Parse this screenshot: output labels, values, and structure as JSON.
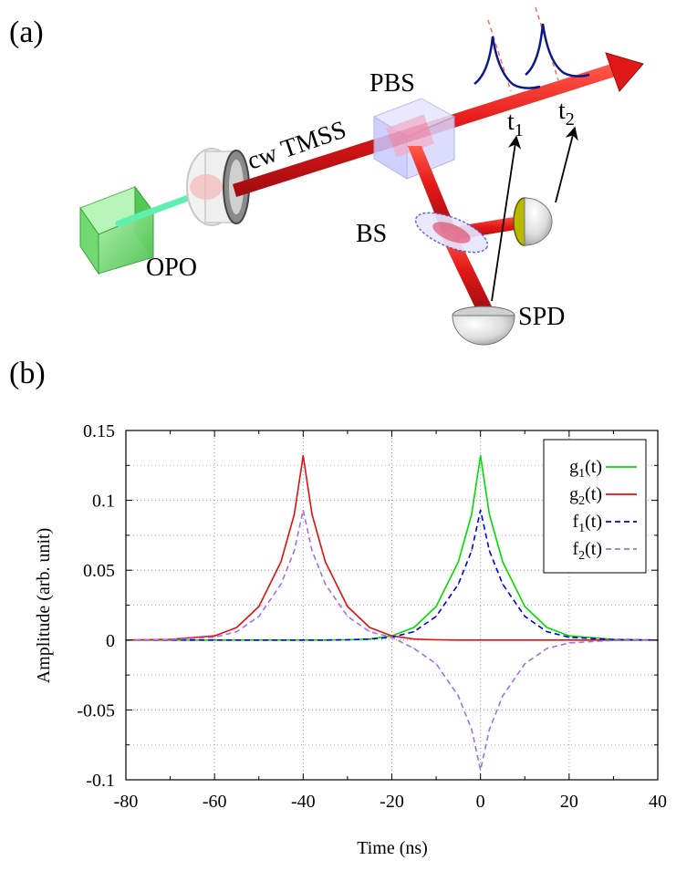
{
  "panel_a": {
    "label": "(a)",
    "labels": {
      "opo": "OPO",
      "cw_tmss": "cw TMSS",
      "pbs": "PBS",
      "bs": "BS",
      "spd": "SPD",
      "t1_base": "t",
      "t1_sub": "1",
      "t2_base": "t",
      "t2_sub": "2"
    },
    "colors": {
      "beam": "#e0141c",
      "pump": "#55e6a8",
      "crystal": "#66d466",
      "pulse": "#0a1a8c",
      "dashed": "#ff6a5a"
    }
  },
  "panel_b": {
    "label": "(b)"
  },
  "chart_data": {
    "type": "line",
    "xlabel": "Time (ns)",
    "ylabel": "Amplitude (arb. unit)",
    "xlim": [
      -80,
      40
    ],
    "ylim": [
      -0.1,
      0.15
    ],
    "xticks": [
      -80,
      -60,
      -40,
      -20,
      0,
      20,
      40
    ],
    "yticks": [
      -0.1,
      -0.05,
      0,
      0.05,
      0.1,
      0.15
    ],
    "xtick_labels": [
      "-80",
      "-60",
      "-40",
      "-20",
      "0",
      "20",
      "40"
    ],
    "ytick_labels": [
      "-0.1",
      "-0.05",
      "0",
      "0.05",
      "0.1",
      "0.15"
    ],
    "grid": true,
    "legend_position": "top-right",
    "x": [
      -80,
      -70,
      -60,
      -55,
      -50,
      -45,
      -42,
      -40,
      -38,
      -35,
      -30,
      -25,
      -20,
      -15,
      -10,
      -5,
      -2,
      0,
      2,
      5,
      10,
      15,
      20,
      30,
      40
    ],
    "series": [
      {
        "name_base": "g",
        "name_sub": "1",
        "name_suffix": "(t)",
        "color": "#00dd00",
        "dash": "solid",
        "values": [
          0,
          0,
          0,
          0,
          0,
          0,
          0,
          0,
          0,
          0,
          0.0002,
          0.0007,
          0.003,
          0.009,
          0.024,
          0.056,
          0.09,
          0.132,
          0.09,
          0.056,
          0.024,
          0.009,
          0.003,
          0.0005,
          0
        ]
      },
      {
        "name_base": "g",
        "name_sub": "2",
        "name_suffix": "(t)",
        "color": "#e01010",
        "dash": "solid",
        "values": [
          0,
          0.0005,
          0.003,
          0.009,
          0.024,
          0.056,
          0.09,
          0.132,
          0.09,
          0.056,
          0.024,
          0.009,
          0.003,
          0.0007,
          0.0002,
          0,
          0,
          0,
          0,
          0,
          0,
          0,
          0,
          0,
          0
        ]
      },
      {
        "name_base": "f",
        "name_sub": "1",
        "name_suffix": "(t)",
        "color": "#0000e0",
        "dash": "dashed",
        "values": [
          0,
          0,
          0,
          0,
          0,
          0,
          0,
          0,
          0,
          0,
          0.0002,
          0.0007,
          0.002,
          0.006,
          0.017,
          0.04,
          0.064,
          0.093,
          0.064,
          0.04,
          0.017,
          0.006,
          0.002,
          0.0003,
          0
        ]
      },
      {
        "name_base": "f",
        "name_sub": "2",
        "name_suffix": "(t)",
        "color": "#a070e8",
        "dash": "dashed",
        "values": [
          0,
          0.0003,
          0.002,
          0.006,
          0.017,
          0.04,
          0.064,
          0.093,
          0.064,
          0.04,
          0.017,
          0.006,
          0.002,
          -0.006,
          -0.017,
          -0.04,
          -0.064,
          -0.093,
          -0.064,
          -0.04,
          -0.017,
          -0.006,
          -0.002,
          -0.0002,
          0
        ]
      }
    ]
  }
}
